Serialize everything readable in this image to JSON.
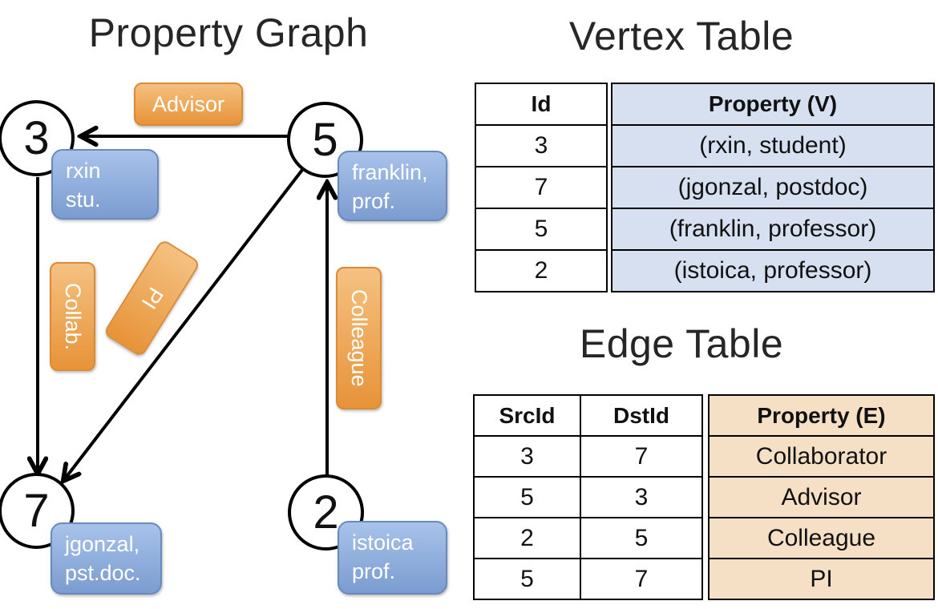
{
  "graph": {
    "title": "Property Graph",
    "nodes": [
      {
        "id": "3",
        "property": "rxin\nstu."
      },
      {
        "id": "5",
        "property": "franklin,\nprof."
      },
      {
        "id": "7",
        "property": "jgonzal,\npst.doc."
      },
      {
        "id": "2",
        "property": "istoica\nprof."
      }
    ],
    "edges": [
      {
        "src": "5",
        "dst": "3",
        "label": "Advisor"
      },
      {
        "src": "3",
        "dst": "7",
        "label": "Collab."
      },
      {
        "src": "5",
        "dst": "7",
        "label": "PI"
      },
      {
        "src": "2",
        "dst": "5",
        "label": "Colleague"
      }
    ]
  },
  "vertex_table": {
    "title": "Vertex Table",
    "columns": {
      "id": "Id",
      "property": "Property (V)"
    },
    "rows": [
      {
        "id": "3",
        "property": "(rxin, student)"
      },
      {
        "id": "7",
        "property": "(jgonzal, postdoc)"
      },
      {
        "id": "5",
        "property": "(franklin, professor)"
      },
      {
        "id": "2",
        "property": "(istoica, professor)"
      }
    ]
  },
  "edge_table": {
    "title": "Edge Table",
    "columns": {
      "src": "SrcId",
      "dst": "DstId",
      "property": "Property (E)"
    },
    "rows": [
      {
        "src": "3",
        "dst": "7",
        "property": "Collaborator"
      },
      {
        "src": "5",
        "dst": "3",
        "property": "Advisor"
      },
      {
        "src": "2",
        "dst": "5",
        "property": "Colleague"
      },
      {
        "src": "5",
        "dst": "7",
        "property": "PI"
      }
    ]
  },
  "colors": {
    "vertex_cell_fill": "#d6e0f1",
    "edge_cell_fill": "#f6e0c5",
    "edge_label_orange": "#e79338",
    "vertex_prop_blue": "#7b9cd0",
    "line_black": "#000000"
  }
}
